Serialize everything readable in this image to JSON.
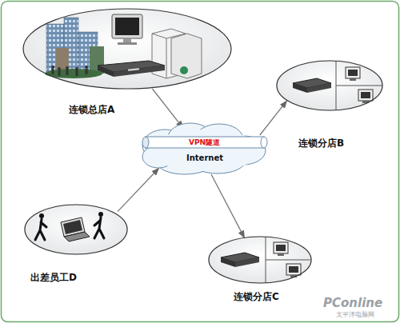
{
  "diagram": {
    "nodes": [
      {
        "text": [
          "连锁总店A"
        ]
      },
      {
        "text": [
          "VPN隧道",
          "Internet"
        ]
      },
      {
        "text": [
          "连锁分店B"
        ]
      },
      {
        "text": [
          "出差员工D"
        ]
      },
      {
        "text": [
          "连锁分店C"
        ]
      }
    ],
    "edges": [
      {
        "from": 0,
        "to": 1,
        "arrow": "to"
      },
      {
        "from": 1,
        "to": 2,
        "arrow": "to"
      },
      {
        "from": 3,
        "to": 1,
        "arrow": "to"
      },
      {
        "from": 1,
        "to": 4,
        "arrow": "to"
      }
    ],
    "labels": [
      "PConline",
      "太平洋电脑网"
    ]
  }
}
